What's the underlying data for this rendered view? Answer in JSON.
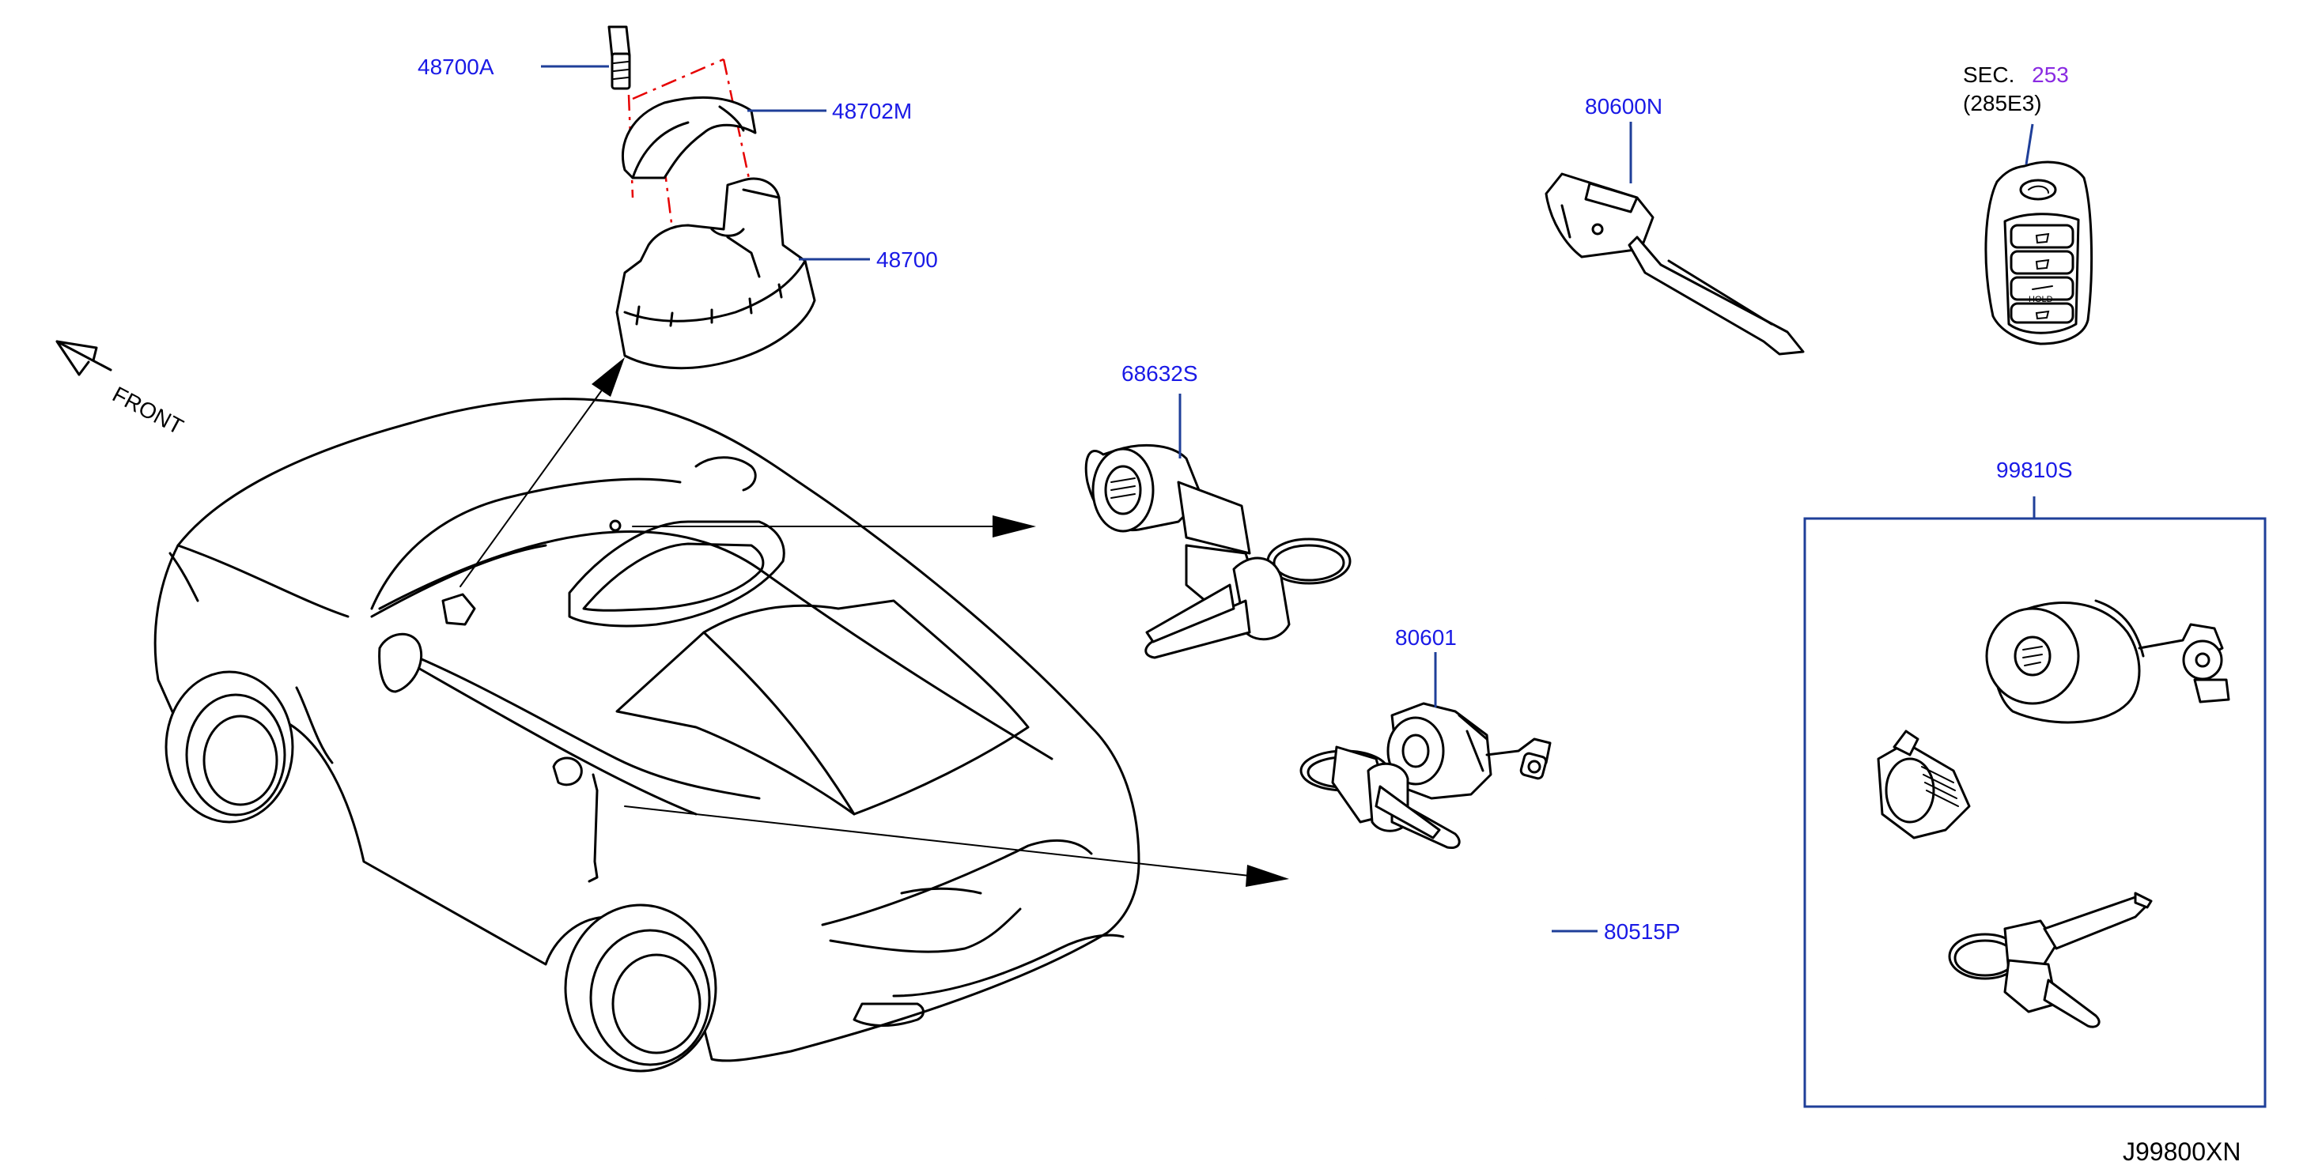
{
  "labels": {
    "p48700a": "48700A",
    "p48702m": "48702M",
    "p48700": "48700",
    "p68632s": "68632S",
    "p80600n": "80600N",
    "sec_prefix": "SEC.",
    "sec_number": "253",
    "sec_sub": "(285E3)",
    "p99810s": "99810S",
    "p80601": "80601",
    "p80515p": "80515P",
    "front": "FRONT",
    "fob_hold": "HOLD",
    "diagram_id": "J99800XN"
  },
  "colors": {
    "label": "#1a1ae6",
    "leader": "#1f3f99",
    "section_ref": "#8a2be2",
    "phantom": "#e60000",
    "ink": "#000000"
  }
}
